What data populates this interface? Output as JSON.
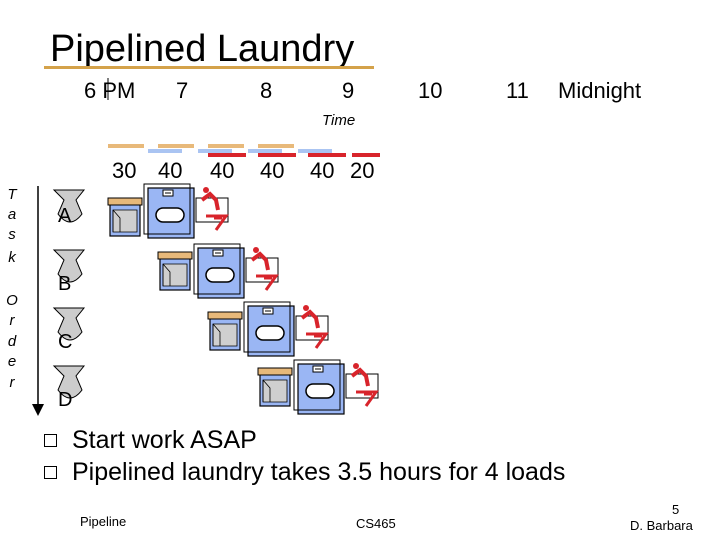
{
  "slide": {
    "title": "Pipelined Laundry",
    "time_labels": [
      "6 PM",
      "7",
      "8",
      "9",
      "10",
      "11",
      "Midnight"
    ],
    "time_axis_label": "Time",
    "durations": [
      "30",
      "40",
      "40",
      "40",
      "40",
      "20"
    ],
    "task_order_letters": [
      "T",
      "a",
      "s",
      "k",
      "O",
      "r",
      "d",
      "e",
      "r"
    ],
    "tasks": [
      "A",
      "B",
      "C",
      "D"
    ],
    "bullets": [
      "Start work ASAP",
      "Pipelined laundry takes 3.5 hours for 4 loads"
    ],
    "footer": {
      "left": "Pipeline",
      "center": "CS465",
      "page": "5",
      "author": "D. Barbara"
    }
  },
  "colors": {
    "title_underline": "#d4a24a",
    "washer_bar": "#e8b97a",
    "dryer_bar": "#aac4f2",
    "folder_bar": "#d8242b",
    "machine_fill": "#9ab6f4",
    "task_bag": "#cccccc",
    "folder_figure": "#d8242b"
  },
  "icons": [
    "washer-icon",
    "dryer-icon",
    "folder-person-icon",
    "laundry-bag-icon",
    "bullet-box-icon"
  ]
}
